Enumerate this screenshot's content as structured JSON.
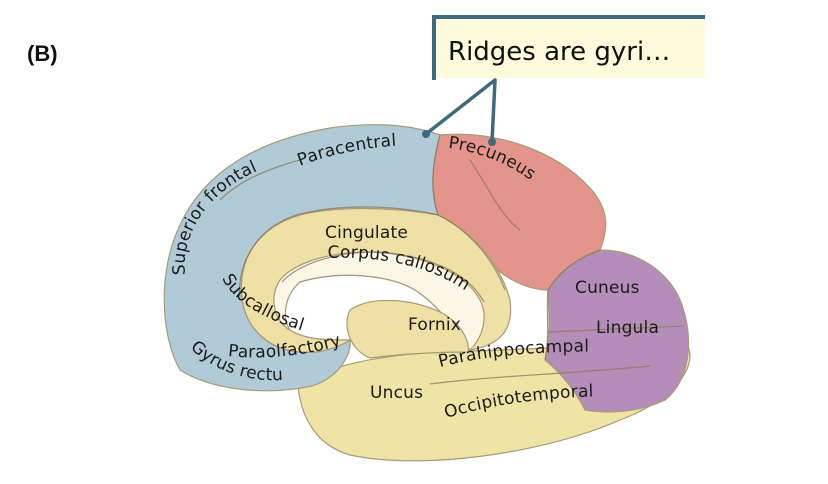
{
  "panel_label": "(B)",
  "callout": {
    "text": "Ridges are gyri…",
    "box_fill": "#fdfbdc",
    "border_color": "#3d6a7e"
  },
  "colors": {
    "frontal": "#b0cad8",
    "parietal": "#e3958c",
    "occipital": "#b48eb8",
    "limbic": "#efe0a6",
    "temporal": "#efe4a6",
    "callosum": "#fbf7e7",
    "outline": "#a79a76"
  },
  "labels": {
    "superior_frontal": "Superior frontal",
    "paracentral": "Paracentral",
    "precuneus": "Precuneus",
    "cingulate": "Cingulate",
    "corpus_callosum": "Corpus callosum",
    "subcallosal": "Subcallosal",
    "paraolfactory": "Paraolfactory",
    "gyrus_rectus": "Gyrus rectus",
    "fornix": "Fornix",
    "cuneus": "Cuneus",
    "lingula": "Lingula",
    "parahippocampal": "Parahippocampal",
    "uncus": "Uncus",
    "occipitotemporal": "Occipitotemporal"
  }
}
